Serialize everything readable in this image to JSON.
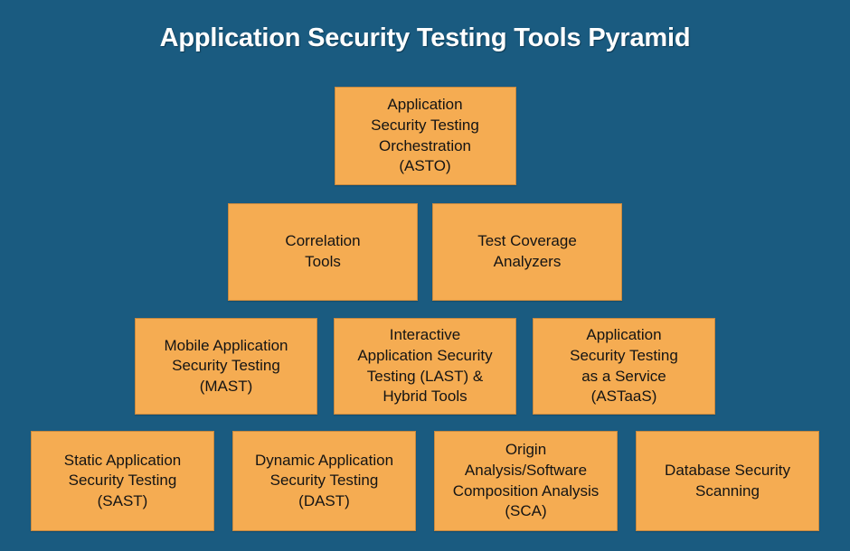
{
  "diagram": {
    "title": "Application Security Testing Tools Pyramid",
    "background_color": "#1a5b80",
    "node_fill_color": "#f5ac52",
    "node_border_color": "#c98a3f",
    "node_text_color": "#141414",
    "title_color": "#ffffff",
    "rows": [
      {
        "level": 1,
        "nodes": [
          {
            "label": "Application\nSecurity Testing\nOrchestration\n(ASTO)"
          }
        ]
      },
      {
        "level": 2,
        "nodes": [
          {
            "label": "Correlation\nTools"
          },
          {
            "label": "Test Coverage\nAnalyzers"
          }
        ]
      },
      {
        "level": 3,
        "nodes": [
          {
            "label": "Mobile Application\nSecurity Testing\n(MAST)"
          },
          {
            "label": "Interactive\nApplication Security\nTesting (LAST) &\nHybrid Tools"
          },
          {
            "label": "Application\nSecurity Testing\nas a Service\n(ASTaaS)"
          }
        ]
      },
      {
        "level": 4,
        "nodes": [
          {
            "label": "Static Application\nSecurity Testing\n(SAST)"
          },
          {
            "label": "Dynamic Application\nSecurity Testing\n(DAST)"
          },
          {
            "label": "Origin\nAnalysis/Software\nComposition Analysis\n(SCA)"
          },
          {
            "label": "Database Security\nScanning"
          }
        ]
      }
    ]
  }
}
